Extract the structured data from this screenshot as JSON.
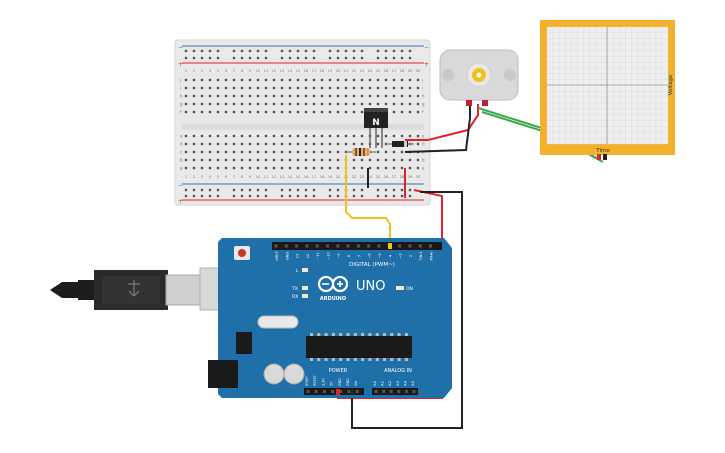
{
  "colors": {
    "breadboard": "#e9e9e9",
    "rail_red": "#e0222a",
    "rail_blue": "#3b6fb6",
    "arduino_blue": "#1f6fa9",
    "scope_orange": "#f3b02b",
    "wire_red": "#e0222a",
    "wire_black": "#222222",
    "wire_yellow": "#f2c21a",
    "wire_green": "#3aa84a"
  },
  "breadboard": {
    "rail_minus": "−",
    "rail_plus": "+",
    "rows_top": [
      "j",
      "i",
      "h",
      "g",
      "f"
    ],
    "rows_bottom": [
      "e",
      "d",
      "c",
      "b",
      "a"
    ],
    "column_numbers": [
      "1",
      "2",
      "3",
      "4",
      "5",
      "6",
      "7",
      "8",
      "9",
      "10",
      "11",
      "12",
      "13",
      "14",
      "15",
      "16",
      "17",
      "18",
      "19",
      "20",
      "21",
      "22",
      "23",
      "24",
      "25",
      "26",
      "27",
      "28",
      "29",
      "30"
    ]
  },
  "transistor": {
    "label": "N"
  },
  "arduino": {
    "brand": "ARDUINO",
    "model": "UNO",
    "digital_label": "DIGITAL (PWM~)",
    "power_label": "POWER",
    "analog_label": "ANALOG IN",
    "on_label": "ON",
    "led_labels": [
      "L",
      "TX",
      "RX"
    ],
    "digital_pins": [
      "AREF",
      "GND",
      "13",
      "12",
      "~11",
      "~10",
      "~9",
      "8",
      "7",
      "~6",
      "~5",
      "4",
      "~3",
      "2",
      "TX▸1",
      "RX◂0"
    ],
    "power_pins": [
      "IOREF",
      "RESET",
      "3.3V",
      "5V",
      "GND",
      "GND",
      "Vin"
    ],
    "analog_pins": [
      "A0",
      "A1",
      "A2",
      "A3",
      "A4",
      "A5"
    ]
  },
  "oscilloscope": {
    "x_label": "Time",
    "y_label": "Voltage"
  }
}
